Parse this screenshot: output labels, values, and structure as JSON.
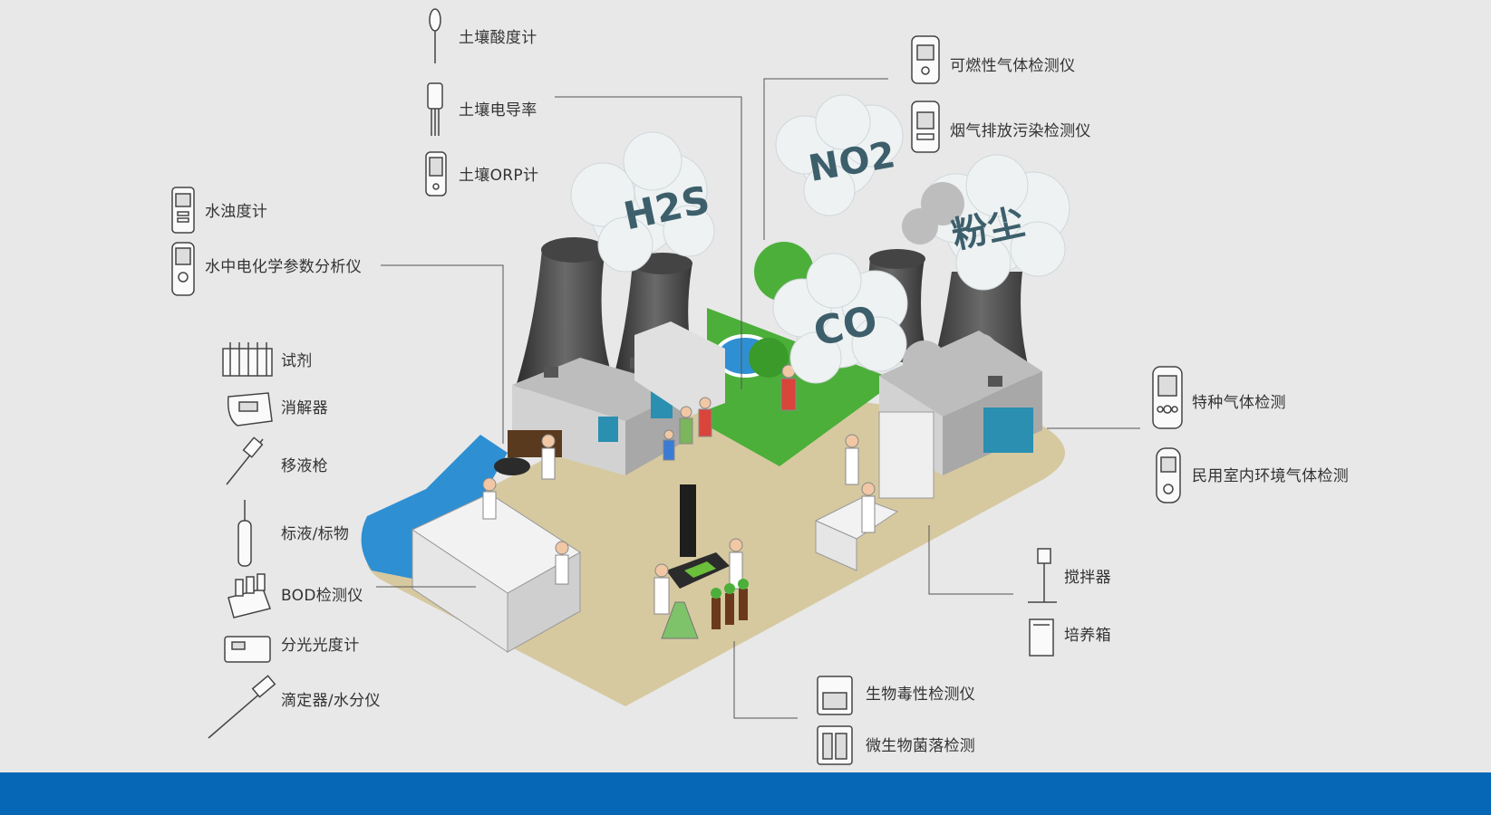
{
  "gas_clouds": {
    "h2s": "H2S",
    "no2": "NO2",
    "co": "CO",
    "dust": "粉尘"
  },
  "instruments": {
    "soil_ph": "土壤酸度计",
    "soil_ec": "土壤电导率",
    "soil_orp": "土壤ORP计",
    "water_turbidity": "水浊度计",
    "water_electrochem": "水中电化学参数分析仪",
    "reagent": "试剂",
    "digester": "消解器",
    "pipette": "移液枪",
    "standards": "标液/标物",
    "bod": "BOD检测仪",
    "spectro": "分光光度计",
    "titrator": "滴定器/水分仪",
    "combustible_gas": "可燃性气体检测仪",
    "flue_gas": "烟气排放污染检测仪",
    "special_gas": "特种气体检测",
    "indoor_gas": "民用室内环境气体检测",
    "stirrer": "搅拌器",
    "incubator": "培养箱",
    "biotox": "生物毒性检测仪",
    "microbe": "微生物菌落检测"
  },
  "colors": {
    "bottom_bar": "#0567b5",
    "ground": "#d6c9a0",
    "grass": "#4caf3a",
    "water": "#2f8fd3",
    "cloud_text": "#3d5f6b"
  }
}
